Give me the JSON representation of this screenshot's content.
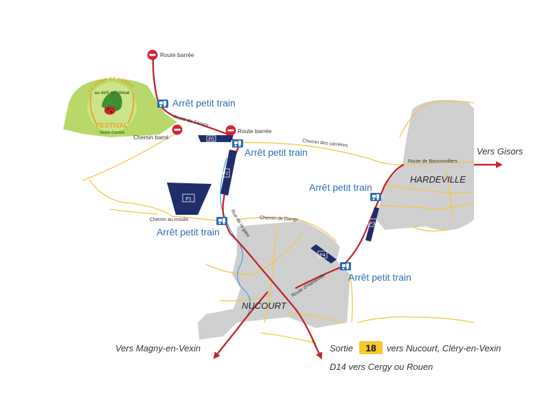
{
  "colors": {
    "road_red": "#c0272d",
    "road_yellow": "#f4c542",
    "town_gray": "#cfcfcf",
    "festival_green": "#b8d86a",
    "parking_navy": "#1f2d6b",
    "stop_blue": "#2a6fb3",
    "river_blue": "#4aa3df",
    "exit_badge": "#f6c72f"
  },
  "towns": {
    "hardeville": "HARDEVILLE",
    "nucourt": "NUCOURT"
  },
  "festival": {
    "arc_text": "LE CAMP DE CÉSAR",
    "line1": "au défi du climat",
    "line2": "FESTIVAL",
    "line3": "Vexin Centre"
  },
  "closures": {
    "north": "Route barrée",
    "middle": "Route barrée",
    "chemin": "Chemin barré"
  },
  "stops": {
    "s1": "Arrêt petit train",
    "s2": "Arrêt petit train",
    "s3": "Arrêt petit train",
    "s4": "Arrêt petit train",
    "s5": "Arrêt petit train"
  },
  "parkings": {
    "p0": "P0",
    "p1": "P1",
    "p2": "P2",
    "p3": "P3",
    "p4": "P4"
  },
  "roads": {
    "serans": "Route de Serans",
    "carrieres": "Chemin des carrières",
    "bouconvillers": "Route de Bouconvillers",
    "moulin": "Chemin au moulin",
    "dangu": "Chemin de Dangu",
    "gare": "Rue de la gare",
    "hardeville_road": "Route d'Hardeville"
  },
  "destinations": {
    "gisors": "Vers Gisors",
    "magny": "Vers Magny-en-Vexin",
    "sortie_prefix": "Sortie",
    "sortie_number": "18",
    "sortie_suffix": "vers Nucourt, Cléry-en-Vexin",
    "d14": "D14 vers Cergy ou Rouen"
  }
}
